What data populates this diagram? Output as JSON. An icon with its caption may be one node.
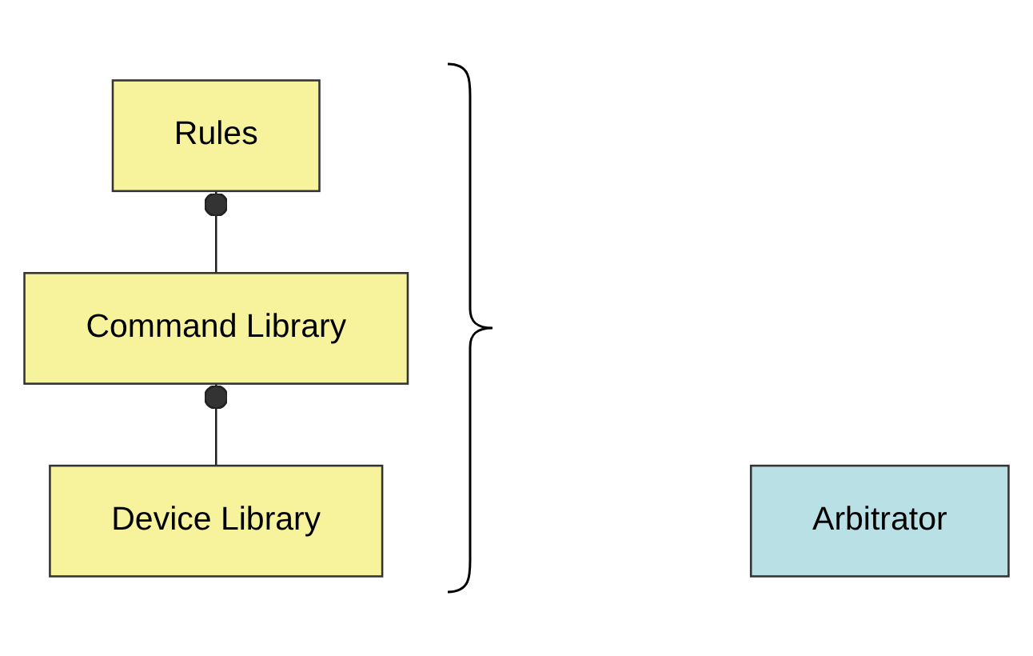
{
  "diagram": {
    "nodes": [
      {
        "text": [
          "Rules"
        ]
      },
      {
        "text": [
          "Command Library"
        ]
      },
      {
        "text": [
          "Device Library"
        ]
      },
      {
        "text": [
          "Arbitrator"
        ]
      }
    ],
    "edges": [
      {
        "from": 1,
        "to": 0,
        "arrow": "other"
      },
      {
        "from": 2,
        "to": 1,
        "arrow": "other"
      }
    ]
  }
}
